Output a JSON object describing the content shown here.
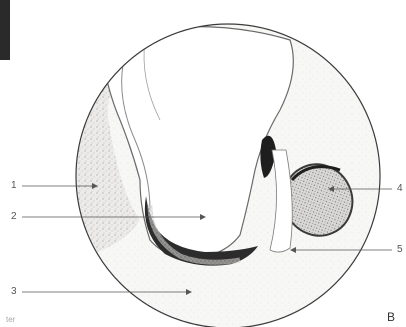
{
  "figure": {
    "panel_letter": "B",
    "credit_mark": "ter",
    "callouts": [
      {
        "number": "1"
      },
      {
        "number": "2"
      },
      {
        "number": "3"
      },
      {
        "number": "4"
      },
      {
        "number": "5"
      }
    ]
  }
}
